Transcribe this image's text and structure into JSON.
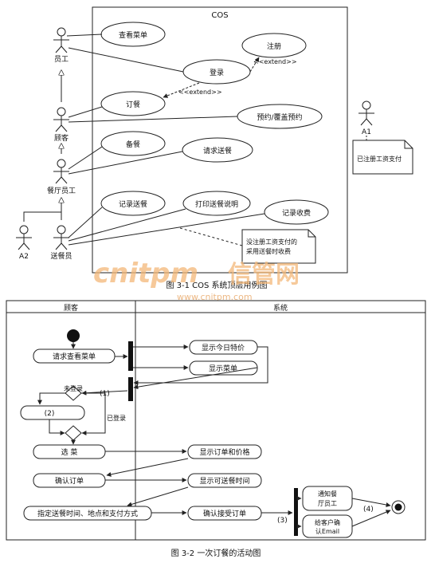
{
  "fig1": {
    "system_name": "COS",
    "actors": {
      "staff": "员工",
      "customer": "顾客",
      "restaurant_staff": "餐厅员工",
      "a2": "A2",
      "deliverer": "送餐员",
      "a1": "A1"
    },
    "use_cases": {
      "view_menu": "查看菜单",
      "register": "注册",
      "login": "登录",
      "order": "订餐",
      "reserve": "预约/覆盖预约",
      "prepare": "备餐",
      "request_delivery": "请求送餐",
      "record_delivery": "记录送餐",
      "print_delivery": "打印送餐说明",
      "record_payment": "记录收费"
    },
    "extend_top": "<<extend>>",
    "extend_mid": "<<extend>>",
    "note_a1": "已注册工资支付",
    "note_bottom_line1": "没注册工资支付的",
    "note_bottom_line2": "采用送餐时收费",
    "caption": "图 3-1    COS 系统顶层用例图"
  },
  "watermark": {
    "brand": "cnitpm",
    "brand_cn": "信管网",
    "url": "www.cnitpm.com"
  },
  "fig2": {
    "lane_customer": "顾客",
    "lane_system": "系统",
    "activities": {
      "request_menu": "请求查看菜单",
      "show_special": "显示今日特价",
      "show_menu": "显示菜单",
      "blank_2": "(2)",
      "choose_dish": "选    菜",
      "show_order_price": "显示订单和价格",
      "confirm_order": "确认订单",
      "show_delivery_time": "显示可送餐时间",
      "specify": "指定送餐时间、地点和支付方式",
      "confirm_accept": "确认接受订单",
      "notify_line1": "通知餐",
      "notify_line2": "厅员工",
      "email_line1": "给客户确",
      "email_line2": "认Email"
    },
    "guards": {
      "not_logged": "未登录",
      "logged": "已登录"
    },
    "labels": {
      "l1": "(1)",
      "l3": "(3)",
      "l4": "(4)"
    },
    "caption": "图 3-2    一次订餐的活动图"
  }
}
